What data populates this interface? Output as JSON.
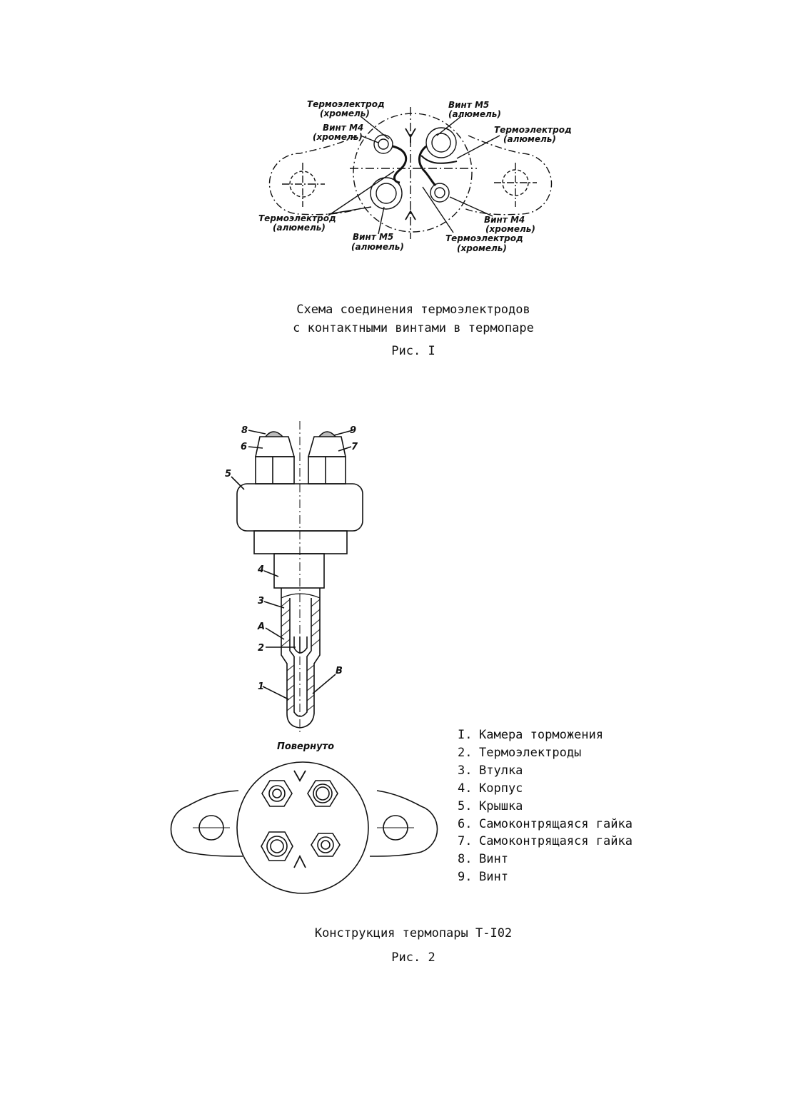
{
  "figure1": {
    "labels": {
      "thermo_chromel_top": "Термоэлектрод",
      "thermo_chromel_top_sub": "(хромель)",
      "screw_m4_top": "Винт М4",
      "screw_m4_top_sub": "(хромель)",
      "screw_m5_top": "Винт М5",
      "screw_m5_top_sub": "(алюмель)",
      "thermo_alumel_right": "Термоэлектрод",
      "thermo_alumel_right_sub": "(алюмель)",
      "thermo_alumel_left": "Термоэлектрод",
      "thermo_alumel_left_sub": "(алюмель)",
      "screw_m5_bottom": "Винт М5",
      "screw_m5_bottom_sub": "(алюмель)",
      "thermo_chromel_bottom": "Термоэлектрод",
      "thermo_chromel_bottom_sub": "(хромель)",
      "screw_m4_bottom": "Винт М4",
      "screw_m4_bottom_sub": "(хромель)"
    },
    "caption_line1": "Схема соединения термоэлектродов",
    "caption_line2": "с контактными винтами в термопаре",
    "number": "Рис. I"
  },
  "figure2": {
    "callouts": {
      "c8": "8",
      "c9": "9",
      "c6": "6",
      "c7": "7",
      "c5": "5",
      "c4": "4",
      "c3": "3",
      "cA": "А",
      "c2": "2",
      "c1": "1",
      "cB": "В"
    },
    "rotated_label": "Повернуто",
    "legend": [
      {
        "num": "I.",
        "text": "Камера торможения"
      },
      {
        "num": "2.",
        "text": "Термоэлектроды"
      },
      {
        "num": "3.",
        "text": "Втулка"
      },
      {
        "num": "4.",
        "text": "Корпус"
      },
      {
        "num": "5.",
        "text": "Крышка"
      },
      {
        "num": "6.",
        "text": "Самоконтрящаяся гайка"
      },
      {
        "num": "7.",
        "text": "Самоконтрящаяся гайка"
      },
      {
        "num": "8.",
        "text": "Винт"
      },
      {
        "num": "9.",
        "text": "Винт"
      }
    ],
    "caption": "Конструкция термопары Т-I02",
    "number": "Рис. 2"
  }
}
